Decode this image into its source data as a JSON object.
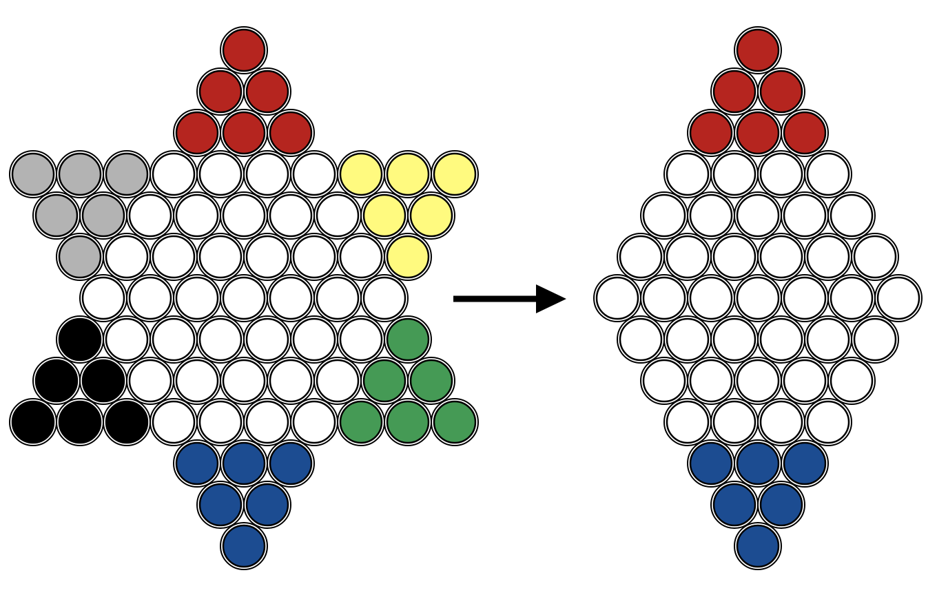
{
  "colors": {
    "red": "#B5251F",
    "gray": "#B3B3B3",
    "yellow": "#FFFA7F",
    "black": "#000000",
    "green": "#459A55",
    "blue": "#1C4C91",
    "empty": "#FFFFFF",
    "outline": "#000000"
  },
  "star_board": {
    "row_widths": [
      1,
      2,
      3,
      10,
      9,
      8,
      7,
      8,
      9,
      10,
      3,
      2,
      1
    ],
    "row_colors": [
      [
        "red"
      ],
      [
        "red",
        "red"
      ],
      [
        "red",
        "red",
        "red"
      ],
      [
        "gray",
        "gray",
        "gray",
        "empty",
        "empty",
        "empty",
        "empty",
        "yellow",
        "yellow",
        "yellow"
      ],
      [
        "gray",
        "gray",
        "empty",
        "empty",
        "empty",
        "empty",
        "empty",
        "yellow",
        "yellow"
      ],
      [
        "gray",
        "empty",
        "empty",
        "empty",
        "empty",
        "empty",
        "empty",
        "yellow"
      ],
      [
        "empty",
        "empty",
        "empty",
        "empty",
        "empty",
        "empty",
        "empty"
      ],
      [
        "black",
        "empty",
        "empty",
        "empty",
        "empty",
        "empty",
        "empty",
        "green"
      ],
      [
        "black",
        "black",
        "empty",
        "empty",
        "empty",
        "empty",
        "empty",
        "green",
        "green"
      ],
      [
        "black",
        "black",
        "black",
        "empty",
        "empty",
        "empty",
        "empty",
        "green",
        "green",
        "green"
      ],
      [
        "blue",
        "blue",
        "blue"
      ],
      [
        "blue",
        "blue"
      ],
      [
        "blue"
      ]
    ]
  },
  "diamond_board": {
    "row_widths": [
      1,
      2,
      3,
      4,
      5,
      6,
      7,
      6,
      5,
      4,
      3,
      2,
      1
    ],
    "row_colors": [
      [
        "red"
      ],
      [
        "red",
        "red"
      ],
      [
        "red",
        "red",
        "red"
      ],
      [
        "empty",
        "empty",
        "empty",
        "empty"
      ],
      [
        "empty",
        "empty",
        "empty",
        "empty",
        "empty"
      ],
      [
        "empty",
        "empty",
        "empty",
        "empty",
        "empty",
        "empty"
      ],
      [
        "empty",
        "empty",
        "empty",
        "empty",
        "empty",
        "empty",
        "empty"
      ],
      [
        "empty",
        "empty",
        "empty",
        "empty",
        "empty",
        "empty"
      ],
      [
        "empty",
        "empty",
        "empty",
        "empty",
        "empty"
      ],
      [
        "empty",
        "empty",
        "empty",
        "empty"
      ],
      [
        "blue",
        "blue",
        "blue"
      ],
      [
        "blue",
        "blue"
      ],
      [
        "blue"
      ]
    ]
  },
  "transition_arrow": {
    "direction": "right"
  }
}
